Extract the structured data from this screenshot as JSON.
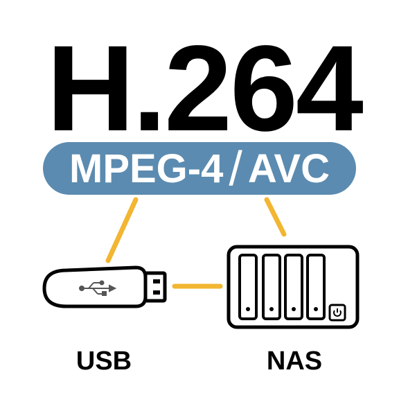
{
  "title": "H.264",
  "subtitle": {
    "left": "MPEG-4",
    "slash": "/",
    "right": "AVC"
  },
  "labels": {
    "usb": "USB",
    "nas": "NAS"
  },
  "icons": {
    "usb_device": "usb-stick-icon",
    "usb_symbol": "usb-symbol-icon",
    "nas_device": "nas-server-icon",
    "power": "power-icon"
  },
  "colors": {
    "pill": "#5b8bb0",
    "connector": "#f2b632",
    "ink": "#000000"
  }
}
